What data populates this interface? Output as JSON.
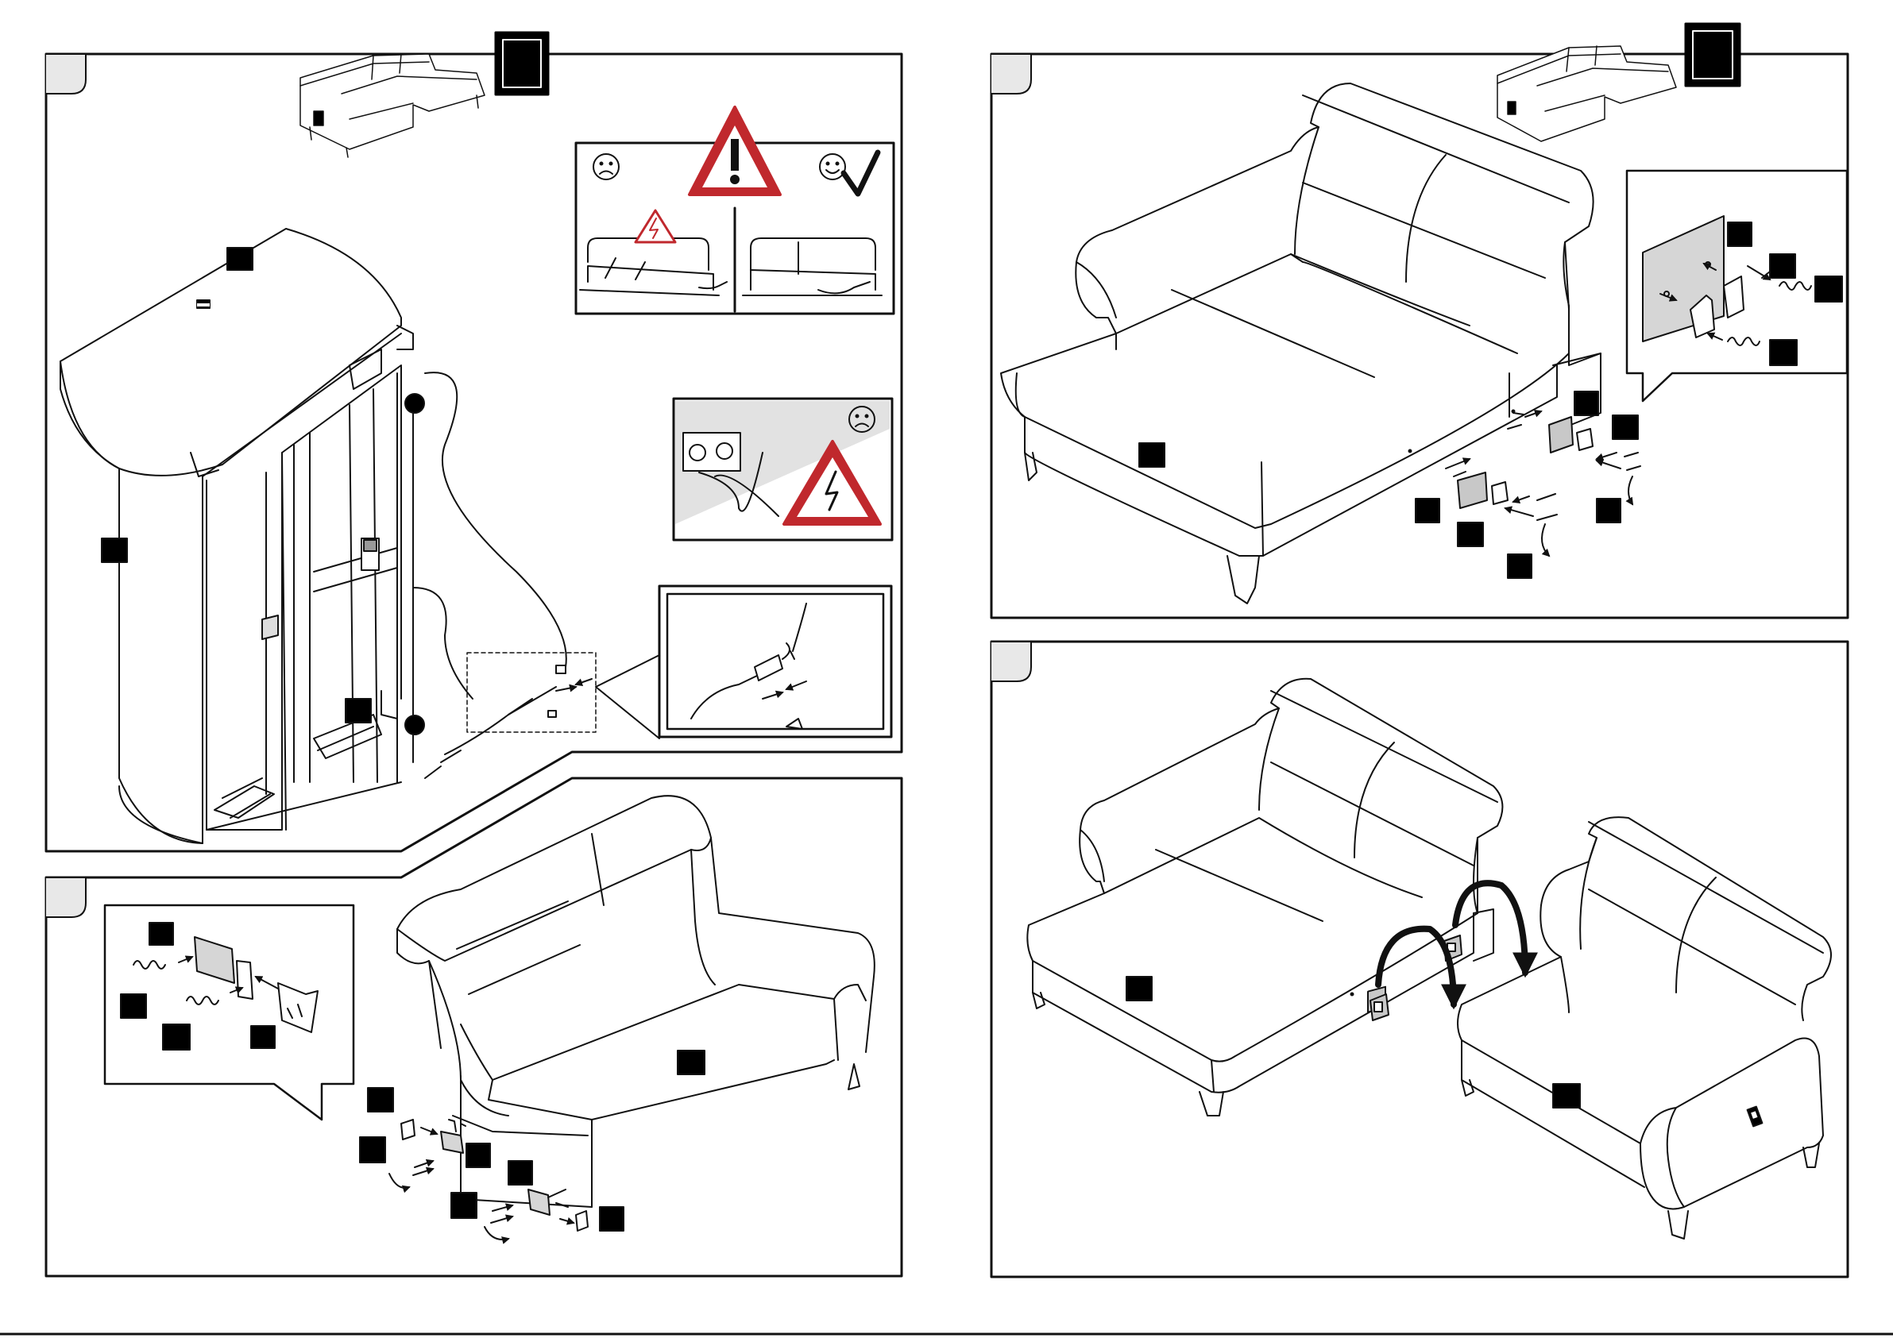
{
  "pages": [
    {
      "panels": [
        {
          "id": "step-1",
          "badge_color": "#000000"
        },
        {
          "id": "step-2"
        }
      ]
    },
    {
      "panels": [
        {
          "id": "step-3",
          "badge_color": "#000000"
        },
        {
          "id": "step-4"
        }
      ]
    }
  ],
  "icons": [
    "sad-face-icon",
    "happy-face-icon",
    "check-mark-icon",
    "warning-triangle-icon",
    "electric-hazard-icon",
    "power-socket-icon",
    "plug-icon",
    "spring-icon",
    "screw-icon",
    "bracket-icon",
    "rotate-arrow-icon",
    "motor-icon"
  ],
  "colors": {
    "warning_red": "#c0282d",
    "line": "#111111",
    "fill": "#ffffff",
    "plate_gray": "#d6d6d6",
    "panel_gray": "#e2e2e2"
  }
}
